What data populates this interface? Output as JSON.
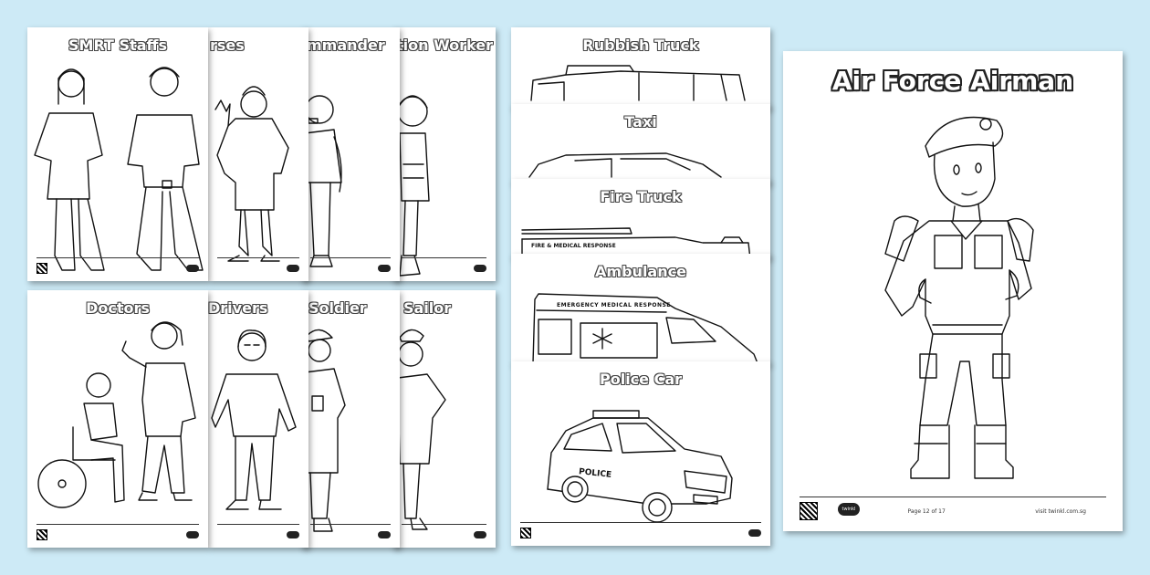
{
  "people_sheets": [
    {
      "title": "SMRT Staffs"
    },
    {
      "title": "rses"
    },
    {
      "title": "mmander"
    },
    {
      "title": "tion Worker"
    },
    {
      "title": "Doctors"
    },
    {
      "title": "Drivers"
    },
    {
      "title": "Soldier"
    },
    {
      "title": "Sailor"
    }
  ],
  "vehicle_sheets": [
    {
      "title": "Rubbish Truck"
    },
    {
      "title": "Taxi"
    },
    {
      "title": "Fire Truck",
      "side_text": "FIRE & MEDICAL RESPONSE"
    },
    {
      "title": "Ambulance",
      "side_text": "EMERGENCY MEDICAL RESPONSE"
    },
    {
      "title": "Police Car",
      "side_text": "POLICE"
    }
  ],
  "featured_sheet": {
    "title": "Air Force Airman",
    "page_label": "Page 12 of 17",
    "website": "visit twinkl.com.sg",
    "logo_text": "twinkl"
  }
}
